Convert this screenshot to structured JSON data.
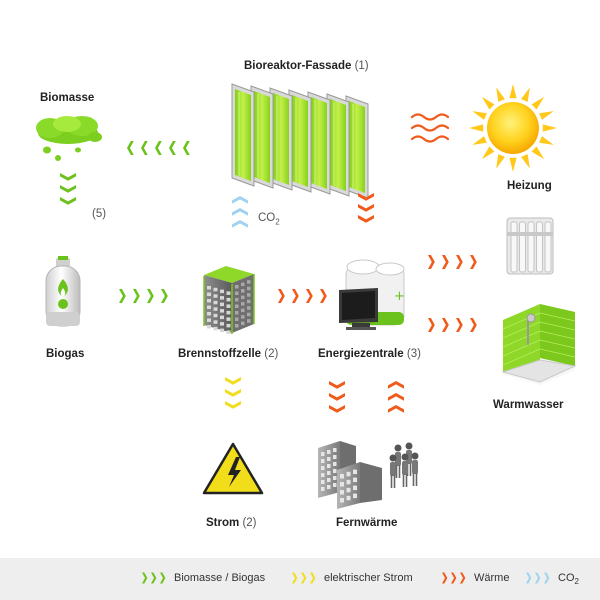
{
  "labels": {
    "bioreactor": "Bioreaktor-Fassade",
    "bioreactor_num": "(1)",
    "biomasse": "Biomasse",
    "biomasse_arrow_num": "(5)",
    "co2_text": "CO",
    "co2_sub": "2",
    "heizung": "Heizung",
    "biogas": "Biogas",
    "brennstoffzelle": "Brennstoffzelle",
    "brennstoffzelle_num": "(2)",
    "energiezentrale": "Energiezentrale",
    "energiezentrale_num": "(3)",
    "warmwasser": "Warmwasser",
    "strom": "Strom",
    "strom_num": "(2)",
    "fernwaerme": "Fernwärme"
  },
  "legend": [
    {
      "label": "Biomasse / Biogas",
      "color": "#6cc21c"
    },
    {
      "label": "elektrischer Strom",
      "color": "#f2dd1a"
    },
    {
      "label": "Wärme",
      "color": "#f05a1a"
    },
    {
      "label": "CO2",
      "label_sub": "2",
      "label_main": "CO",
      "color": "#9fd3ee"
    }
  ],
  "colors": {
    "biomass": "#6cc21c",
    "electric": "#f2dd1a",
    "heat": "#f05a1a",
    "co2": "#9fd3ee",
    "algae": "#9be02a",
    "sun": "#ffc81a"
  },
  "icons": [
    "bioreactor-facade-icon",
    "biomass-algae-icon",
    "sun-icon",
    "heater-icon",
    "biogas-tank-icon",
    "fuel-cell-building-icon",
    "energy-center-icon",
    "shower-icon",
    "high-voltage-warning-icon",
    "city-buildings-icon",
    "people-icon"
  ]
}
